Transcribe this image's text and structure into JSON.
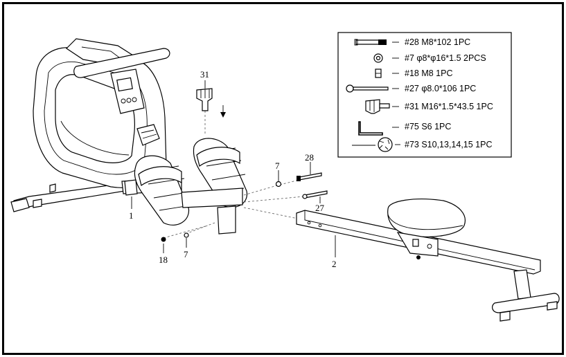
{
  "legend": {
    "items": [
      {
        "icon": "bolt-icon",
        "text": "#28 M8*102  1PC"
      },
      {
        "icon": "washer-icon",
        "text": "#7 φ8*φ16*1.5  2PCS"
      },
      {
        "icon": "nut-icon",
        "text": "#18  M8   1PC"
      },
      {
        "icon": "pin-icon",
        "text": "#27  φ8.0*106  1PC"
      },
      {
        "icon": "knob-icon",
        "text": "#31 M16*1.5*43.5  1PC"
      },
      {
        "icon": "allen-key-icon",
        "text": "#75  S6  1PC"
      },
      {
        "icon": "wrench-icon",
        "text": "#73  S10,13,14,15  1PC"
      }
    ]
  },
  "callouts": {
    "c31": "31",
    "c28": "28",
    "c7a": "7",
    "c27": "27",
    "c1": "1",
    "c2": "2",
    "c18": "18",
    "c7b": "7"
  }
}
